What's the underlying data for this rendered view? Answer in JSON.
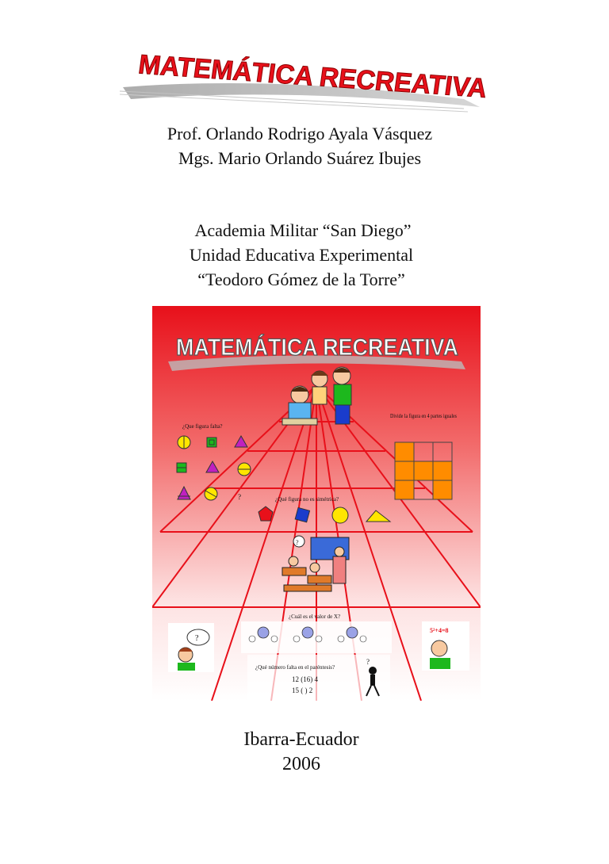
{
  "header": {
    "title_art": "MATEMÁTICA RECREATIVA"
  },
  "authors": [
    "Prof. Orlando Rodrigo Ayala Vásquez",
    "Mgs. Mario Orlando Suárez Ibujes"
  ],
  "institution": [
    "Academia Militar “San Diego”",
    "Unidad Educativa Experimental",
    "“Teodoro Gómez de la Torre”"
  ],
  "cover": {
    "title": "MATEMÁTICA RECREATIVA",
    "q_missing_figure": "¿Que figura falta?",
    "q_divide": "Divide la figura en 4 partes iguales",
    "q_not_symmetric": "¿Qué figura no es simétrica?",
    "q_value_x": "¿Cuál es el valor de X?",
    "q_missing_number": "¿Qué número falta en el paréntesis?",
    "eq1": "12 (16) 4",
    "eq2": "15 (   ) 2",
    "question_mark": "?",
    "bubble_mark": "?",
    "sign_text": "5²+4=8",
    "colors": {
      "red": "#e8202a",
      "yellow": "#ffe600",
      "green": "#1db81d",
      "purple": "#c020c0",
      "orange": "#ff8c00",
      "blue": "#1a3ccc"
    }
  },
  "footer": {
    "city": "Ibarra-Ecuador",
    "year": "2006"
  }
}
